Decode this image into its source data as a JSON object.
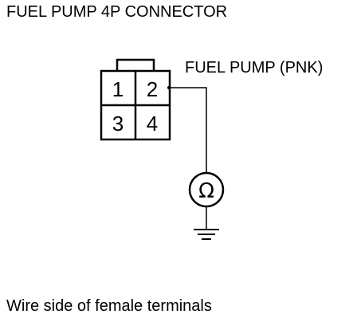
{
  "title": "FUEL PUMP 4P CONNECTOR",
  "wire_label": "FUEL PUMP (PNK)",
  "caption": "Wire side of female terminals",
  "connector": {
    "pins": [
      "1",
      "2",
      "3",
      "4"
    ]
  },
  "meter": {
    "symbol": "Ω"
  }
}
